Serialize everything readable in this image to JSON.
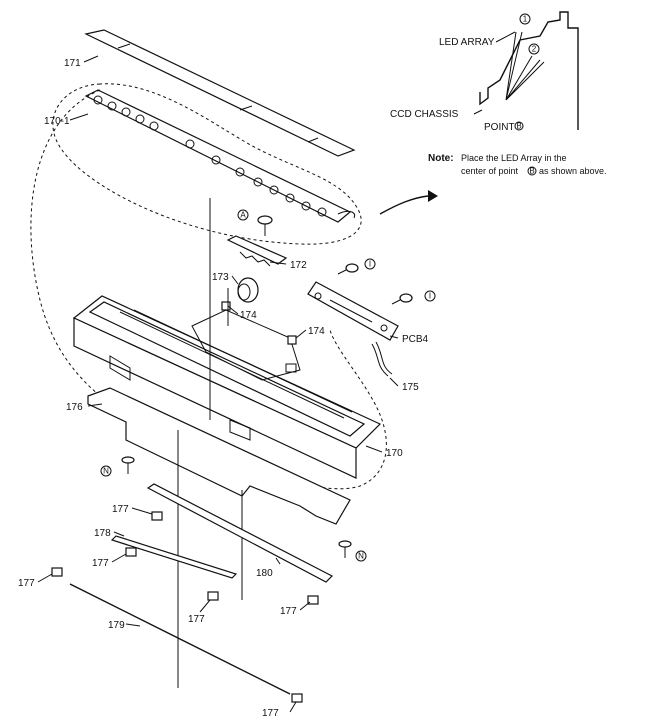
{
  "callouts": {
    "p171": "171",
    "p170_1": "170-1",
    "p172": "172",
    "p173": "173",
    "p174a": "174",
    "p174b": "174",
    "p175": "175",
    "p176": "176",
    "p170": "170",
    "p177a": "177",
    "p177b": "177",
    "p177c": "177",
    "p177d": "177",
    "p177e": "177",
    "p177f": "177",
    "p178": "178",
    "p179": "179",
    "p180": "180",
    "pcb4": "PCB4"
  },
  "symbols": {
    "A": "A",
    "I1": "I",
    "I2": "I",
    "N1": "N",
    "N2": "N",
    "inset_1": "1",
    "inset_2": "2"
  },
  "inset": {
    "led_array": "LED ARRAY",
    "ccd_chassis": "CCD CHASSIS",
    "point": "POINT",
    "point_symbol": "B"
  },
  "note": {
    "label": "Note:",
    "line1": "Place the LED Array in the",
    "line2": "center of point",
    "point_symbol": "B",
    "line2_tail": "as shown above."
  }
}
